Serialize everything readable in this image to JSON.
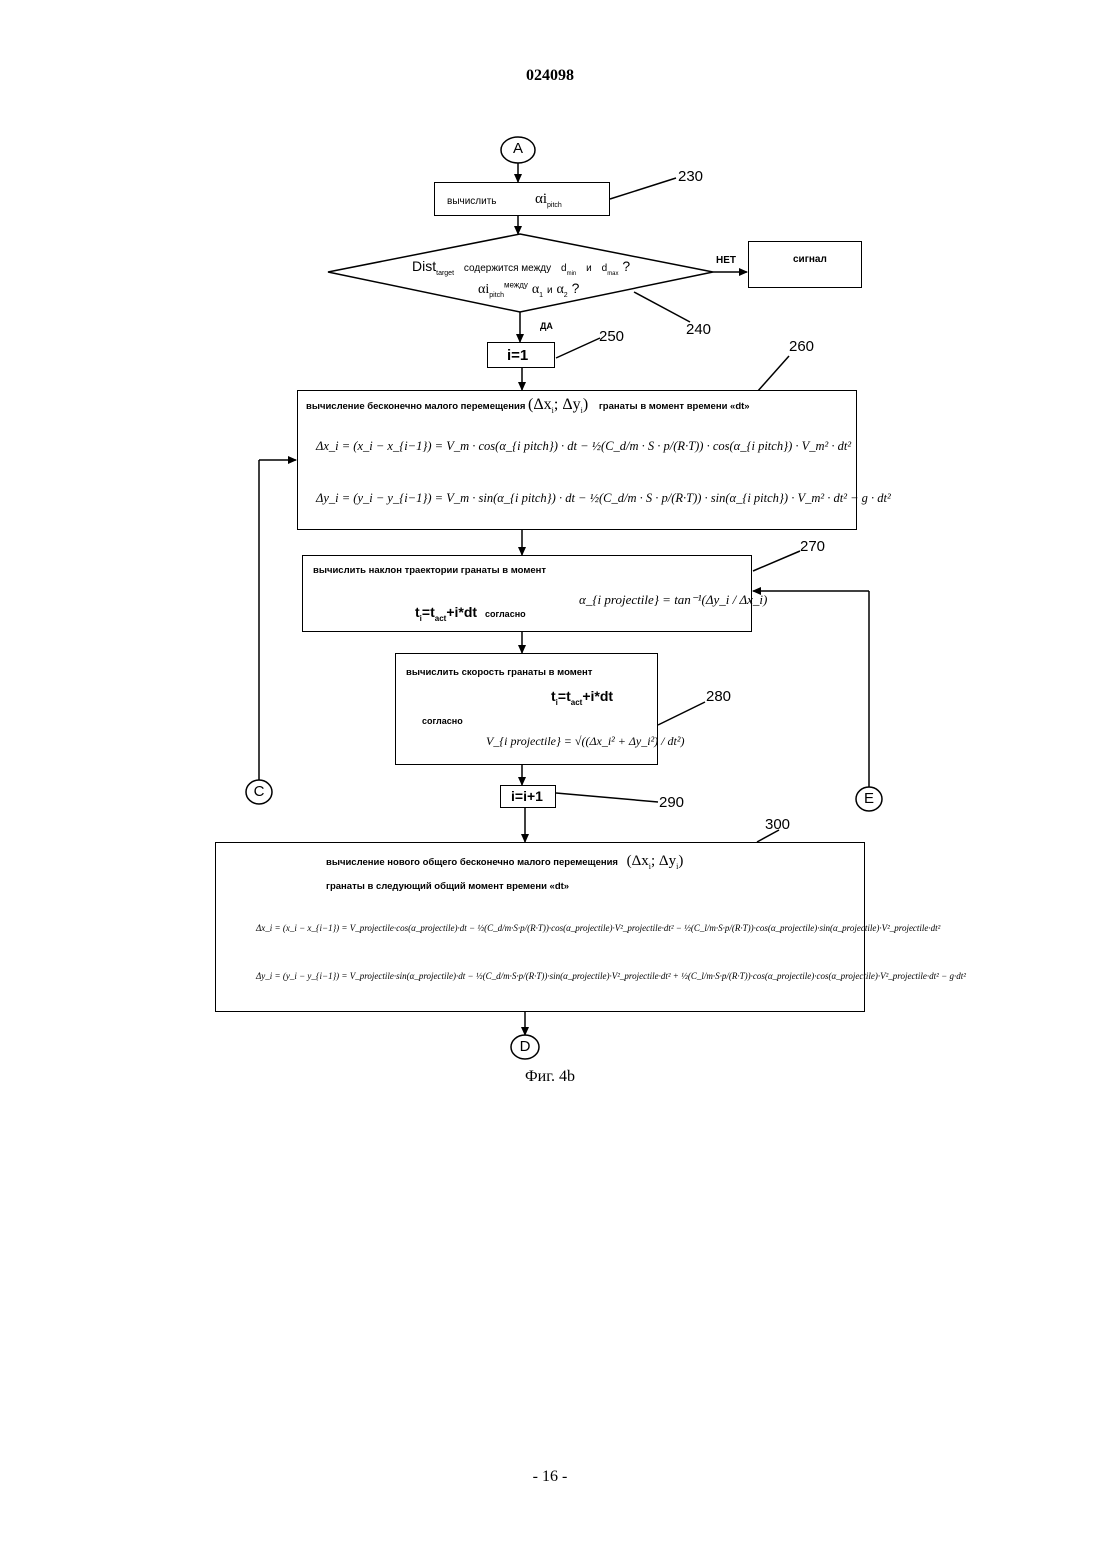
{
  "header": {
    "doc_number": "024098"
  },
  "connectors": {
    "a": "A",
    "c": "C",
    "e": "E",
    "d": "D"
  },
  "refs": {
    "r230": "230",
    "r240": "240",
    "r250": "250",
    "r260": "260",
    "r270": "270",
    "r280": "280",
    "r290": "290",
    "r300": "300"
  },
  "step230": {
    "label": "вычислить",
    "symbol": "αi",
    "sub": "pitch"
  },
  "step240": {
    "line1_a": "Dist",
    "line1_sub": "target",
    "line1_b": "содержится между",
    "line1_c": "d",
    "line1_c_sub": "min",
    "line1_d": "и",
    "line1_e": "d",
    "line1_e_sub": "max",
    "line1_q": "?",
    "line2_a": "αi",
    "line2_sub": "pitch",
    "line2_b": "между",
    "line2_c": "α",
    "line2_c_sub": "1",
    "line2_d": "и",
    "line2_e": "α",
    "line2_e_sub": "2",
    "line2_q": "?",
    "no_label": "НЕТ",
    "yes_label": "ДА"
  },
  "signal": {
    "label": "сигнал"
  },
  "step250": {
    "label": "i=1"
  },
  "step260": {
    "title_a": "вычисление бесконечно малого перемещения",
    "title_sym": "(Δx",
    "title_sym_sub": "i",
    "title_sym2": "; Δy",
    "title_sym2_sub": "i",
    "title_sym3": ")",
    "title_b": "гранаты в момент времени «dt»",
    "eq1": "Δx_i = (x_i − x_{i−1}) = V_m · cos(α_{i pitch}) · dt − ½(C_d/m · S · p/(R·T)) · cos(α_{i pitch}) · V_m² · dt²",
    "eq2": "Δy_i = (y_i − y_{i−1}) = V_m · sin(α_{i pitch}) · dt − ½(C_d/m · S · p/(R·T)) · sin(α_{i pitch}) · V_m² · dt² − g · dt²"
  },
  "step270": {
    "title": "вычислить наклон траектории гранаты в момент",
    "time_a": "t",
    "time_sub": "i",
    "time_b": "=t",
    "time_sub2": "act",
    "time_c": "+i*dt",
    "according": "согласно",
    "formula": "α_{i projectile} = tan⁻¹(Δy_i / Δx_i)"
  },
  "step280": {
    "title": "вычислить скорость гранаты в момент",
    "time_a": "t",
    "time_sub": "i",
    "time_b": "=t",
    "time_sub2": "act",
    "time_c": "+i*dt",
    "according": "согласно",
    "formula": "V_{i projectile} = √((Δx_i² + Δy_i²) / dt²)"
  },
  "step290": {
    "label": "i=i+1"
  },
  "step300": {
    "title_a": "вычисление нового общего бесконечно малого перемещения",
    "title_sym": "(Δx",
    "title_sym_sub": "i",
    "title_sym2": "; Δy",
    "title_sym2_sub": "i",
    "title_sym3": ")",
    "title_b": "гранаты в следующий общий момент времени «dt»",
    "eq1": "Δx_i = (x_i − x_{i−1}) = V_projectile·cos(α_projectile)·dt − ½(C_d/m·S·p/(R·T))·cos(α_projectile)·V²_projectile·dt² − ½(C_l/m·S·p/(R·T))·cos(α_projectile)·sin(α_projectile)·V²_projectile·dt²",
    "eq2": "Δy_i = (y_i − y_{i−1}) = V_projectile·sin(α_projectile)·dt − ½(C_d/m·S·p/(R·T))·sin(α_projectile)·V²_projectile·dt² + ½(C_l/m·S·p/(R·T))·cos(α_projectile)·cos(α_projectile)·V²_projectile·dt² − g·dt²"
  },
  "caption": "Фиг. 4b",
  "footer": {
    "page": "- 16 -"
  }
}
